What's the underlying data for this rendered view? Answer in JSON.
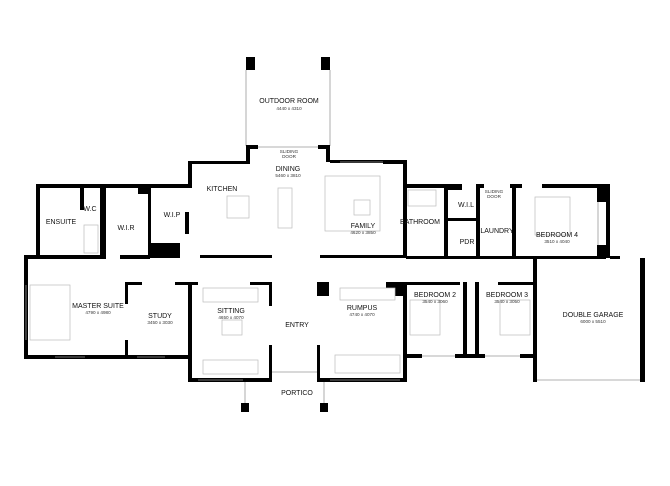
{
  "plan": {
    "rooms": {
      "outdoor_room": {
        "name": "OUTDOOR ROOM",
        "dims": "4440 x 4310"
      },
      "sliding_door_dining": {
        "line1": "SLIDING",
        "line2": "DOOR"
      },
      "dining": {
        "name": "DINING",
        "dims": "5460 x 3810"
      },
      "kitchen": {
        "name": "KITCHEN"
      },
      "family": {
        "name": "FAMILY",
        "dims": "4620 x 3850"
      },
      "bathroom": {
        "name": "BATHROOM"
      },
      "wil": {
        "name": "W.I.L"
      },
      "pdr": {
        "name": "PDR"
      },
      "sliding_door_laundry": {
        "line1": "SLIDING",
        "line2": "DOOR"
      },
      "laundry": {
        "name": "LAUNDRY"
      },
      "bedroom4": {
        "name": "BEDROOM 4",
        "dims": "3510 x 4040"
      },
      "ensuite": {
        "name": "ENSUITE"
      },
      "wc": {
        "name": "W.C"
      },
      "wir": {
        "name": "W.I.R"
      },
      "wip": {
        "name": "W.I.P"
      },
      "master_suite": {
        "name": "MASTER SUITE",
        "dims": "4790 x 4980"
      },
      "study": {
        "name": "STUDY",
        "dims": "3450 x 3030"
      },
      "sitting": {
        "name": "SITTING",
        "dims": "4650 x 4070"
      },
      "entry": {
        "name": "ENTRY"
      },
      "rumpus": {
        "name": "RUMPUS",
        "dims": "4740 x 4070"
      },
      "bedroom2": {
        "name": "BEDROOM 2",
        "dims": "3540 x 3060"
      },
      "bedroom3": {
        "name": "BEDROOM 3",
        "dims": "3540 x 3050"
      },
      "double_garage": {
        "name": "DOUBLE GARAGE",
        "dims": "6000 x 5510"
      },
      "portico": {
        "name": "PORTICO"
      }
    }
  }
}
